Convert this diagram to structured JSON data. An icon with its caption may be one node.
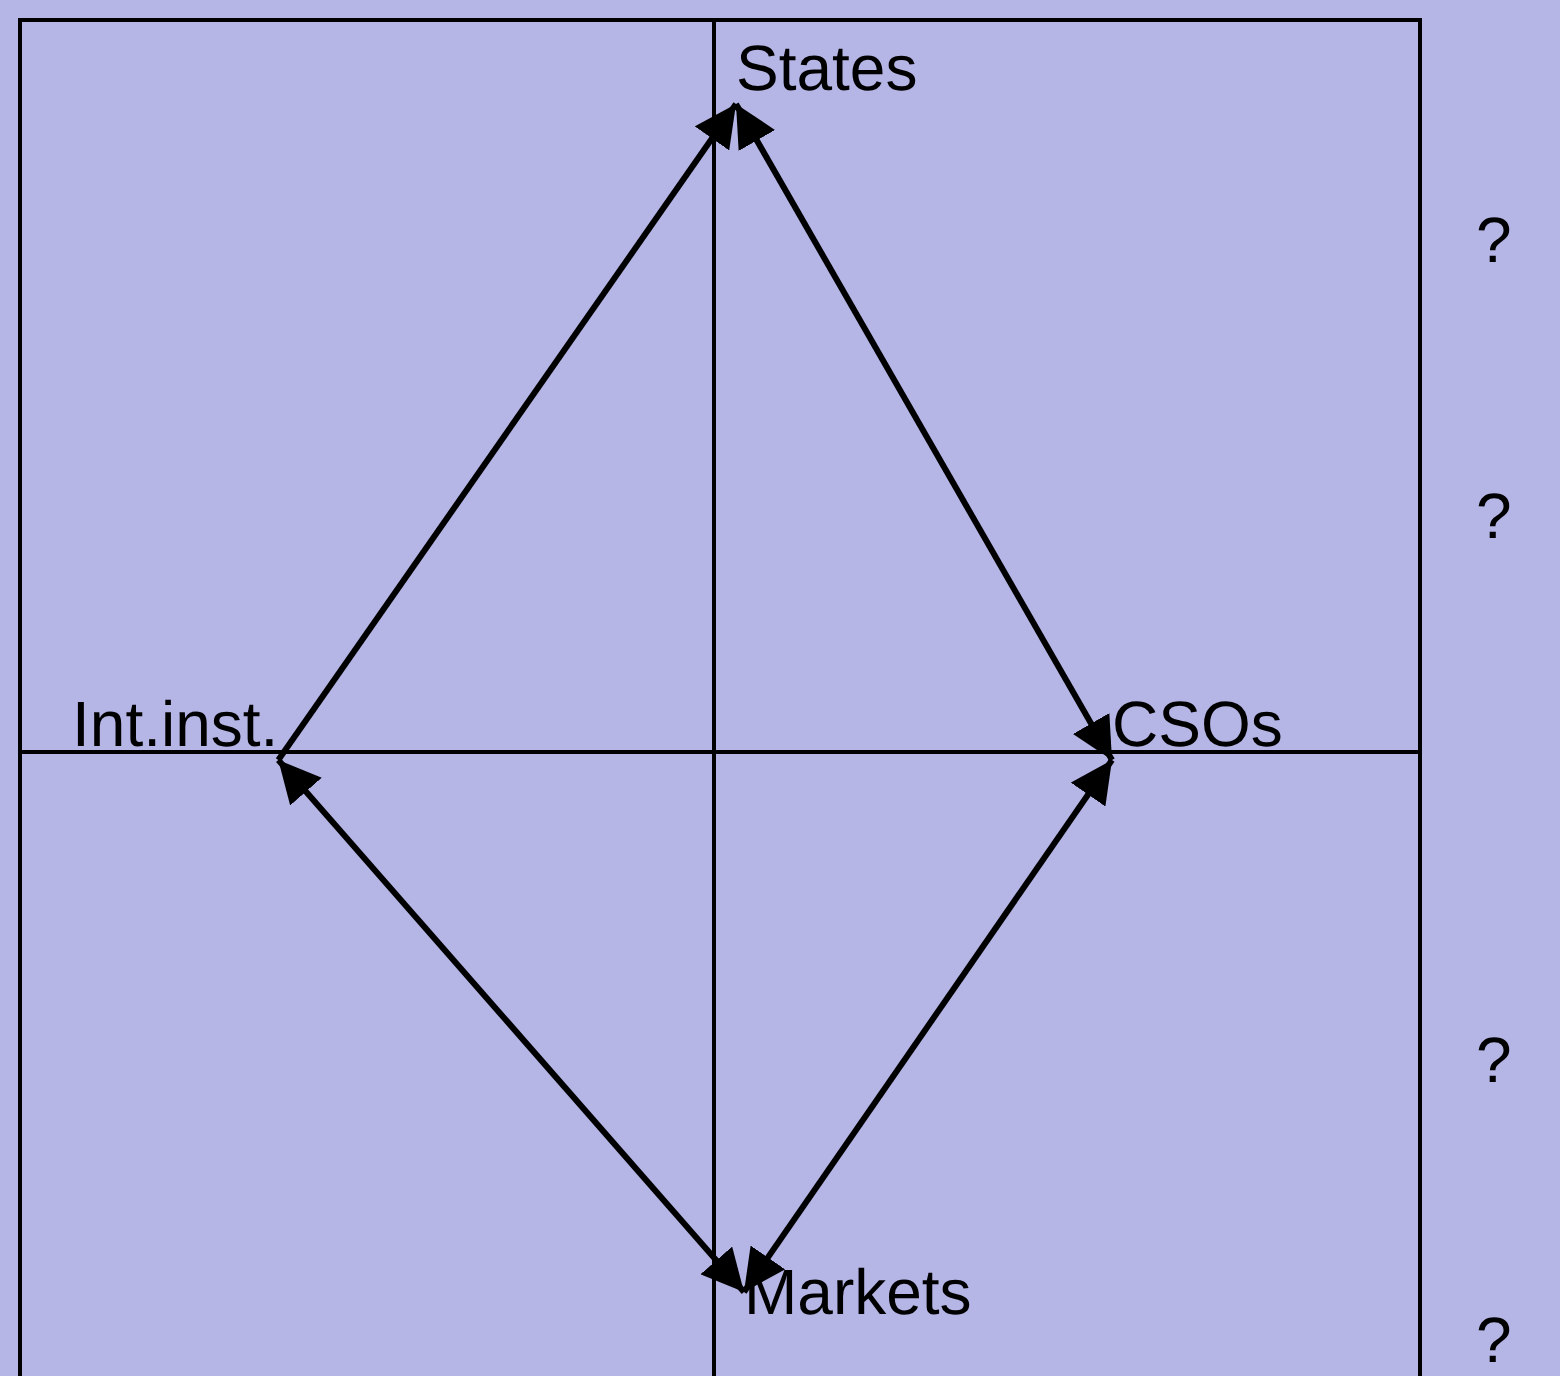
{
  "diagram": {
    "nodes": [
      {
        "text": [
          "States"
        ]
      },
      {
        "text": [
          "Int.inst."
        ]
      },
      {
        "text": [
          "CSOs"
        ]
      },
      {
        "text": [
          "Markets"
        ]
      }
    ],
    "edges": [
      {
        "from": 1,
        "to": 0,
        "arrow": "to"
      },
      {
        "from": 0,
        "to": 2,
        "arrow": "both"
      },
      {
        "from": 1,
        "to": 3,
        "arrow": "both"
      },
      {
        "from": 3,
        "to": 2,
        "arrow": "both"
      }
    ],
    "labels": [
      "?",
      "?",
      "?",
      "?"
    ]
  }
}
